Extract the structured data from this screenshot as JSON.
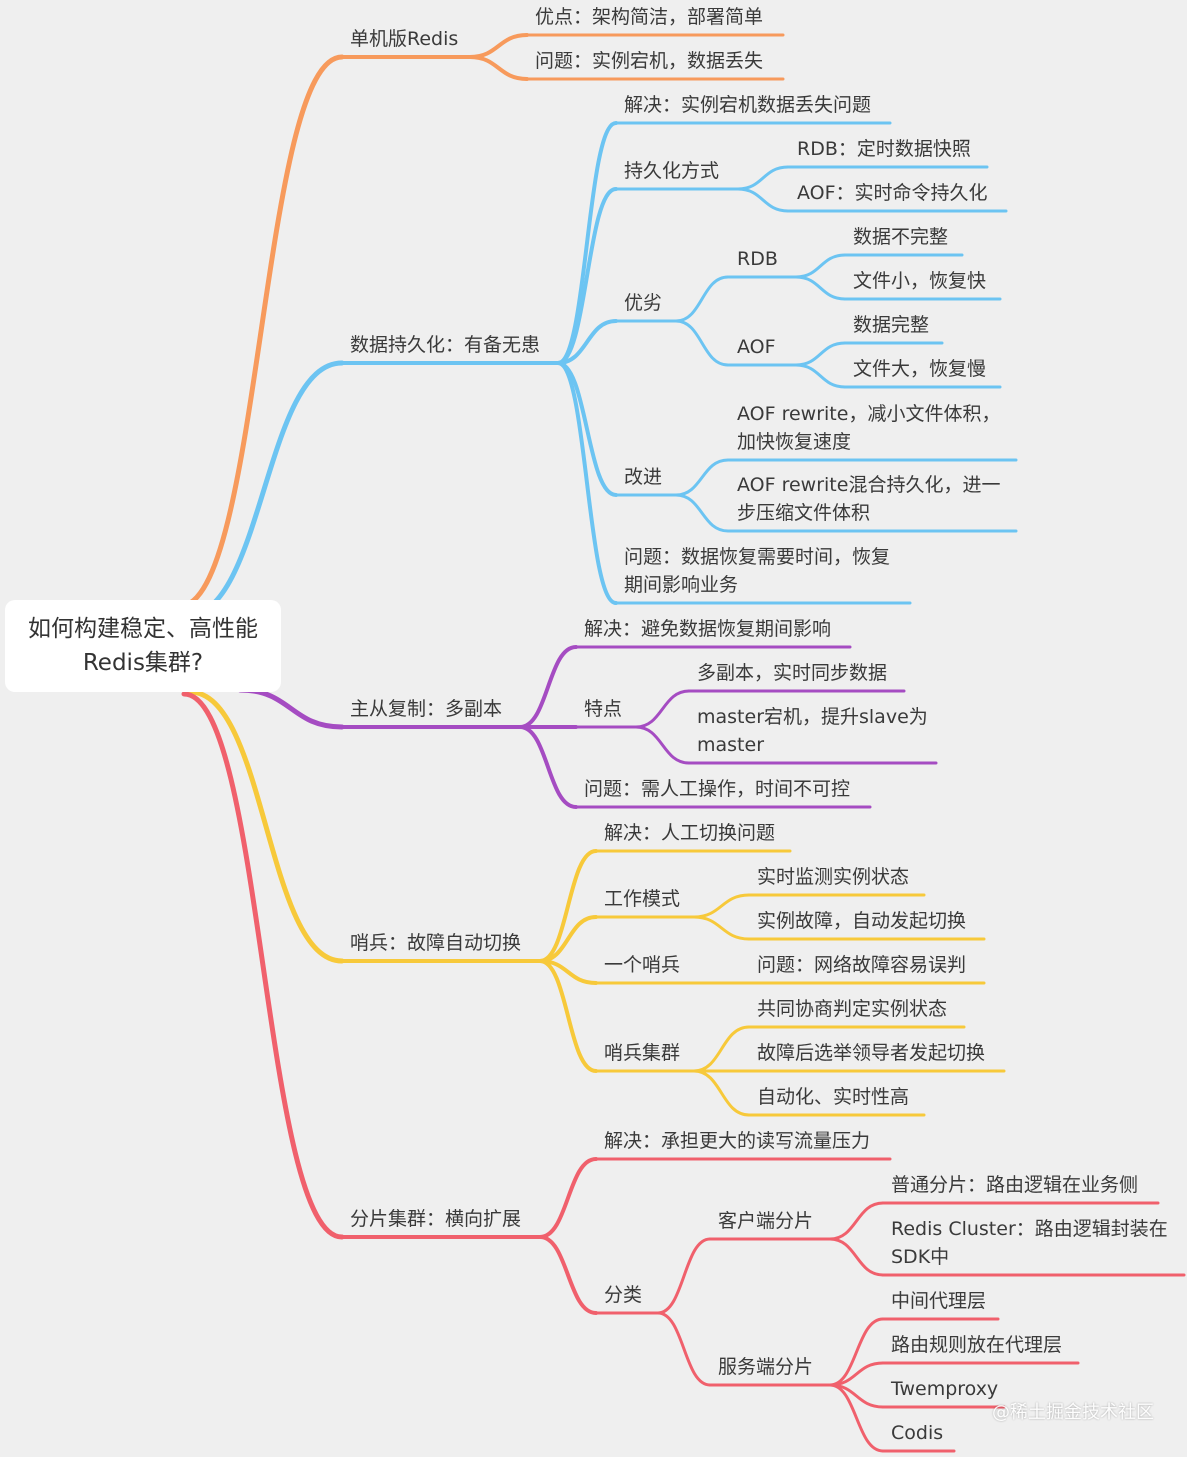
{
  "root": {
    "line1": "如何构建稳定、高性能",
    "line2": "Redis集群?"
  },
  "colors": {
    "standalone": "#f79a5c",
    "persistence": "#6cc4f2",
    "replication": "#a54cc2",
    "sentinel": "#f7c93a",
    "sharding": "#f0606c"
  },
  "branches": {
    "standalone": {
      "label": "单机版Redis",
      "pros": "优点：架构简洁，部署简单",
      "issue": "问题：实例宕机，数据丢失"
    },
    "persistence": {
      "label": "数据持久化：有备无患",
      "solve": "解决：实例宕机数据丢失问题",
      "methods": {
        "label": "持久化方式",
        "rdb": "RDB：定时数据快照",
        "aof": "AOF：实时命令持久化"
      },
      "compare": {
        "label": "优劣",
        "rdb": {
          "label": "RDB",
          "c1": "数据不完整",
          "c2": "文件小，恢复快"
        },
        "aof": {
          "label": "AOF",
          "c1": "数据完整",
          "c2": "文件大，恢复慢"
        }
      },
      "improve": {
        "label": "改进",
        "i1": [
          "AOF rewrite，减小文件体积，",
          "加快恢复速度"
        ],
        "i2": [
          "AOF rewrite混合持久化，进一",
          "步压缩文件体积"
        ]
      },
      "issue": [
        "问题：数据恢复需要时间，恢复",
        "期间影响业务"
      ]
    },
    "replication": {
      "label": "主从复制：多副本",
      "solve": "解决：避免数据恢复期间影响",
      "features": {
        "label": "特点",
        "f1": "多副本，实时同步数据",
        "f2": [
          "master宕机，提升slave为",
          "master"
        ]
      },
      "issue": "问题：需人工操作，时间不可控"
    },
    "sentinel": {
      "label": "哨兵：故障自动切换",
      "solve": "解决：人工切换问题",
      "mode": {
        "label": "工作模式",
        "m1": "实时监测实例状态",
        "m2": "实例故障，自动发起切换"
      },
      "single": {
        "label": "一个哨兵",
        "issue": "问题：网络故障容易误判"
      },
      "cluster": {
        "label": "哨兵集群",
        "c1": "共同协商判定实例状态",
        "c2": "故障后选举领导者发起切换",
        "c3": "自动化、实时性高"
      }
    },
    "sharding": {
      "label": "分片集群：横向扩展",
      "solve": "解决：承担更大的读写流量压力",
      "types": {
        "label": "分类",
        "client": {
          "label": "客户端分片",
          "c1": "普通分片：路由逻辑在业务侧",
          "c2": [
            "Redis Cluster：路由逻辑封装在",
            "SDK中"
          ]
        },
        "server": {
          "label": "服务端分片",
          "s1": "中间代理层",
          "s2": "路由规则放在代理层",
          "s3": "Twemproxy",
          "s4": "Codis"
        }
      }
    }
  },
  "watermark": "@稀土掘金技术社区"
}
